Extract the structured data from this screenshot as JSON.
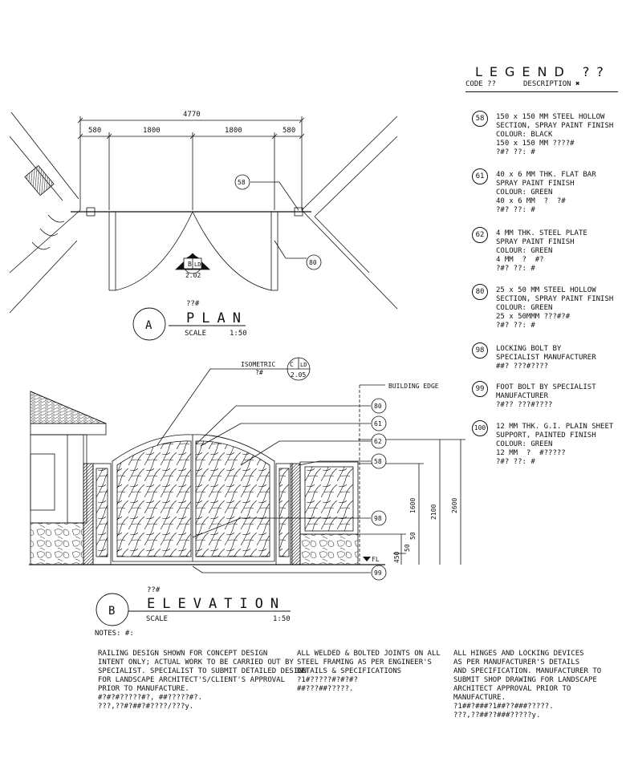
{
  "legend": {
    "title": "LEGEND ??",
    "col_code": "CODE ??",
    "col_desc": "DESCRIPTION ✖",
    "items": [
      {
        "code": "58",
        "desc": "150 x 150 MM STEEL HOLLOW\nSECTION, SPRAY PAINT FINISH\nCOLOUR: BLACK\n150 x 150 MM ????#\n?#? ??: #"
      },
      {
        "code": "61",
        "desc": "40 x 6 MM THK. FLAT BAR\nSPRAY PAINT FINISH\nCOLOUR: GREEN\n40 x 6 MM  ?  ?#\n?#? ??: #"
      },
      {
        "code": "62",
        "desc": "4 MM THK. STEEL PLATE\nSPRAY PAINT FINISH\nCOLOUR: GREEN\n4 MM  ?  #?\n?#? ??: #"
      },
      {
        "code": "80",
        "desc": "25 x 50 MM STEEL HOLLOW\nSECTION, SPRAY PAINT FINISH\nCOLOUR: GREEN\n25 x 50MMM ???#?#\n?#? ??: #"
      },
      {
        "code": "98",
        "desc": "LOCKING BOLT BY\nSPECIALIST MANUFACTURER\n##? ???#????"
      },
      {
        "code": "99",
        "desc": "FOOT BOLT BY SPECIALIST\nMANUFACTURER\n?#?? ???#????"
      },
      {
        "code": "100",
        "desc": "12 MM THK. G.I. PLAIN SHEET\nSUPPORT, PAINTED FINISH\nCOLOUR: GREEN\n12 MM  ?  #?????\n?#? ??: #"
      }
    ]
  },
  "plan": {
    "title": "PLAN",
    "subtitle": "??#",
    "scale_label": "SCALE",
    "scale": "1:50",
    "marker": "A",
    "dim_total": "4770",
    "dims": [
      "580",
      "1800",
      "1800",
      "580"
    ],
    "section_ref": "B",
    "section_sheet": "LD",
    "section_num": "2.02",
    "callouts": [
      "58",
      "80"
    ]
  },
  "elevation": {
    "title": "ELEVATION",
    "subtitle": "??#",
    "scale_label": "SCALE",
    "scale": "1:50",
    "marker": "B",
    "iso_label": "ISOMETRIC",
    "iso_sub": "?#",
    "iso_ref": "C",
    "iso_sheet": "LD",
    "iso_num": "2.05",
    "building_edge": "BUILDING EDGE",
    "fl": "FL",
    "callouts": [
      "80",
      "61",
      "62",
      "58",
      "98",
      "99"
    ],
    "dims": [
      "1600",
      "2100",
      "2600",
      "50",
      "50",
      "450"
    ]
  },
  "notes": {
    "heading": "NOTES: #:",
    "col1": "RAILING DESIGN SHOWN FOR CONCEPT DESIGN\nINTENT ONLY; ACTUAL WORK TO BE CARRIED OUT BY\nSPECIALIST. SPECIALIST TO SUBMIT DETAILED DESIGN\nFOR LANDSCAPE ARCHITECT'S/CLIENT'S APPROVAL\nPRIOR TO MANUFACTURE.\n#?#?#?????#?, ##?????#?.\n???,??#?##?#????/???y.",
    "col2": "ALL WELDED & BOLTED JOINTS ON ALL\nSTEEL FRAMING AS PER ENGINEER'S\nDETAILS & SPECIFICATIONS\n?1#?????#?#?#?\n##???##?????.",
    "col3": "ALL HINGES AND LOCKING DEVICES\nAS PER MANUFACTURER'S DETAILS\nAND SPECIFICATION. MANUFACTURER TO\nSUBMIT SHOP DRAWING FOR LANDSCAPE\nARCHITECT APPROVAL PRIOR TO\nMANUFACTURE.\n?1##?###?1##??###?????.\n???,??##??###?????y."
  }
}
